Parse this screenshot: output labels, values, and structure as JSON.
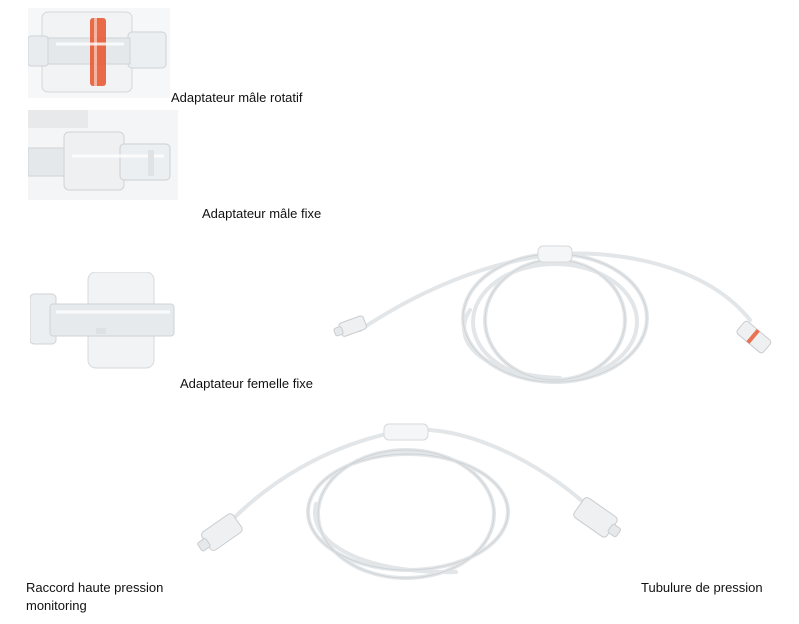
{
  "captions": {
    "rotating_male_adapter": "Adaptateur mâle rotatif",
    "fixed_male_adapter": "Adaptateur mâle fixe",
    "fixed_female_adapter": "Adaptateur femelle fixe",
    "high_pressure_connector_line1": "Raccord haute pression",
    "high_pressure_connector_line2": "monitoring",
    "pressure_tubing": "Tubulure de pression"
  },
  "colors": {
    "plastic": "#eef0f1",
    "plastic_edge": "#c9cdd0",
    "tube": "#e6e8ea",
    "accent_red": "#e8512a"
  }
}
